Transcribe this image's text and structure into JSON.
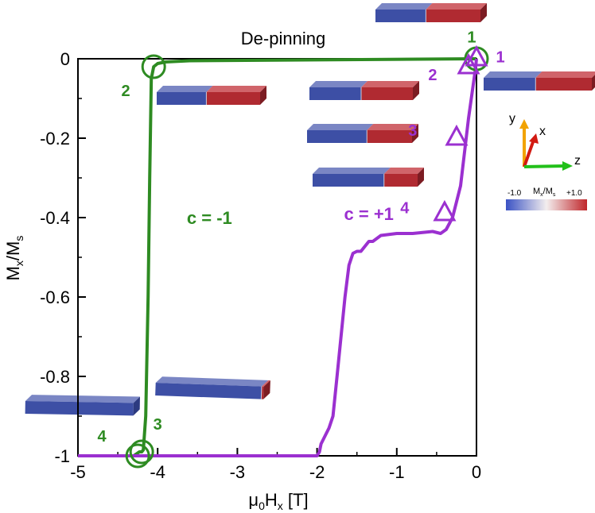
{
  "chart_data": {
    "type": "line",
    "title": "De-pinning",
    "xlabel": {
      "main": "μ",
      "sub1": "0",
      "mid": "H",
      "sub2": "x",
      "tail": " [T]"
    },
    "ylabel": {
      "main": "M",
      "sub1": "x",
      "mid": "/M",
      "sub2": "s"
    },
    "xlim": [
      -5,
      0
    ],
    "ylim": [
      -1,
      0
    ],
    "xticks": [
      -5,
      -4,
      -3,
      -2,
      -1,
      0
    ],
    "xtick_labels": [
      "-5",
      "-4",
      "-3",
      "-2",
      "-1",
      "0"
    ],
    "yticks": [
      0,
      -0.2,
      -0.4,
      -0.6,
      -0.8,
      -1
    ],
    "ytick_labels": [
      "0",
      "-0.2",
      "-0.4",
      "-0.6",
      "-0.8",
      "-1"
    ],
    "grid": false,
    "series": [
      {
        "name": "c = -1",
        "color": "#2e8b22",
        "x": [
          0,
          -3.6,
          -3.9,
          -4.0,
          -4.05,
          -4.08,
          -4.1,
          -4.12,
          -4.15,
          -4.18,
          -4.2,
          -4.23,
          -4.3,
          -5.0
        ],
        "y": [
          0,
          -0.005,
          -0.008,
          -0.012,
          -0.02,
          -0.05,
          -0.3,
          -0.6,
          -0.9,
          -0.985,
          -0.99,
          -0.99,
          -1,
          -1
        ]
      },
      {
        "name": "c = +1",
        "color": "#9b30d0",
        "x": [
          0,
          -0.01,
          -0.03,
          -0.1,
          -0.2,
          -0.3,
          -0.38,
          -0.45,
          -0.55,
          -0.8,
          -1.0,
          -1.2,
          -1.3,
          -1.35,
          -1.45,
          -1.5,
          -1.55,
          -1.6,
          -1.65,
          -1.7,
          -1.75,
          -1.8,
          -1.85,
          -1.9,
          -1.95,
          -1.97,
          -2.0,
          -5.0
        ],
        "y": [
          0,
          -0.02,
          -0.05,
          -0.15,
          -0.32,
          -0.4,
          -0.43,
          -0.44,
          -0.435,
          -0.44,
          -0.44,
          -0.445,
          -0.46,
          -0.46,
          -0.485,
          -0.485,
          -0.49,
          -0.52,
          -0.6,
          -0.7,
          -0.8,
          -0.9,
          -0.93,
          -0.95,
          -0.97,
          -0.99,
          -1,
          -1
        ]
      }
    ],
    "annotations": [
      {
        "text": "c = -1",
        "color": "#2e8b22",
        "x": -3.35,
        "y": -0.4
      },
      {
        "text": "c = +1",
        "color": "#9b30d0",
        "x": -1.35,
        "y": -0.39
      }
    ],
    "markers": [
      {
        "shape": "circle",
        "color": "#2e8b22",
        "label": "1",
        "x": 0,
        "y": 0,
        "lx": -0.06,
        "ly": 0.055
      },
      {
        "shape": "circle",
        "color": "#2e8b22",
        "label": "2",
        "x": -4.05,
        "y": -0.02,
        "lx": -0.35,
        "ly": -0.06
      },
      {
        "shape": "circle",
        "color": "#2e8b22",
        "label": "3",
        "x": -4.2,
        "y": -0.99,
        "lx": 0.2,
        "ly": 0.07
      },
      {
        "shape": "circle",
        "color": "#2e8b22",
        "label": "4",
        "x": -4.25,
        "y": -1,
        "lx": -0.45,
        "ly": 0.05
      },
      {
        "shape": "triangle",
        "color": "#9b30d0",
        "label": "1",
        "x": 0,
        "y": 0,
        "lx": 0.3,
        "ly": 0.005
      },
      {
        "shape": "triangle",
        "color": "#9b30d0",
        "label": "2",
        "x": -0.1,
        "y": -0.02,
        "lx": -0.45,
        "ly": -0.02
      },
      {
        "shape": "triangle",
        "color": "#9b30d0",
        "label": "3",
        "x": -0.25,
        "y": -0.2,
        "lx": -0.55,
        "ly": 0.02
      },
      {
        "shape": "triangle",
        "color": "#9b30d0",
        "label": "4",
        "x": -0.4,
        "y": -0.39,
        "lx": -0.5,
        "ly": 0.015
      }
    ],
    "inset_axes": {
      "y_label": "y",
      "x_label": "x",
      "z_label": "z"
    },
    "colorbar": {
      "label": {
        "main": "M",
        "sub1": "x",
        "mid": "/M",
        "sub2": "s"
      },
      "min_label": "-1.0",
      "max_label": "+1.0",
      "colors": [
        "#3a52c4",
        "#f3eeee",
        "#c0262a"
      ]
    },
    "nanowire_colors": {
      "blue": "#3d4fa5",
      "red": "#b02a31"
    }
  }
}
